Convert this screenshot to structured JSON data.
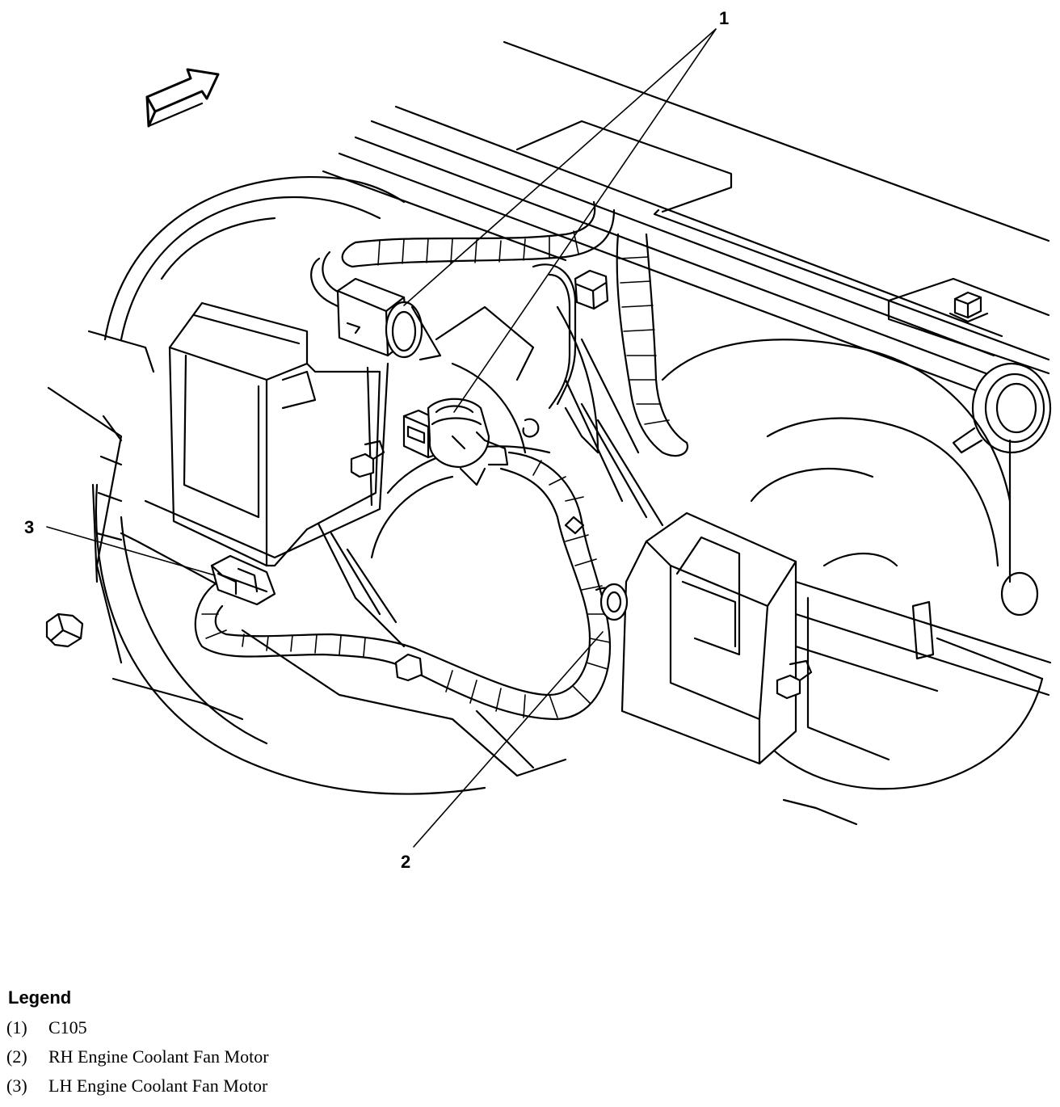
{
  "callouts": [
    {
      "number": "1"
    },
    {
      "number": "2"
    },
    {
      "number": "3"
    }
  ],
  "legend": {
    "title": "Legend",
    "items": [
      {
        "num": "(1)",
        "text": "C105"
      },
      {
        "num": "(2)",
        "text": "RH Engine Coolant Fan Motor"
      },
      {
        "num": "(3)",
        "text": "LH Engine Coolant Fan Motor"
      }
    ]
  },
  "icons": {
    "direction_arrow": "front-direction-arrow-icon"
  }
}
